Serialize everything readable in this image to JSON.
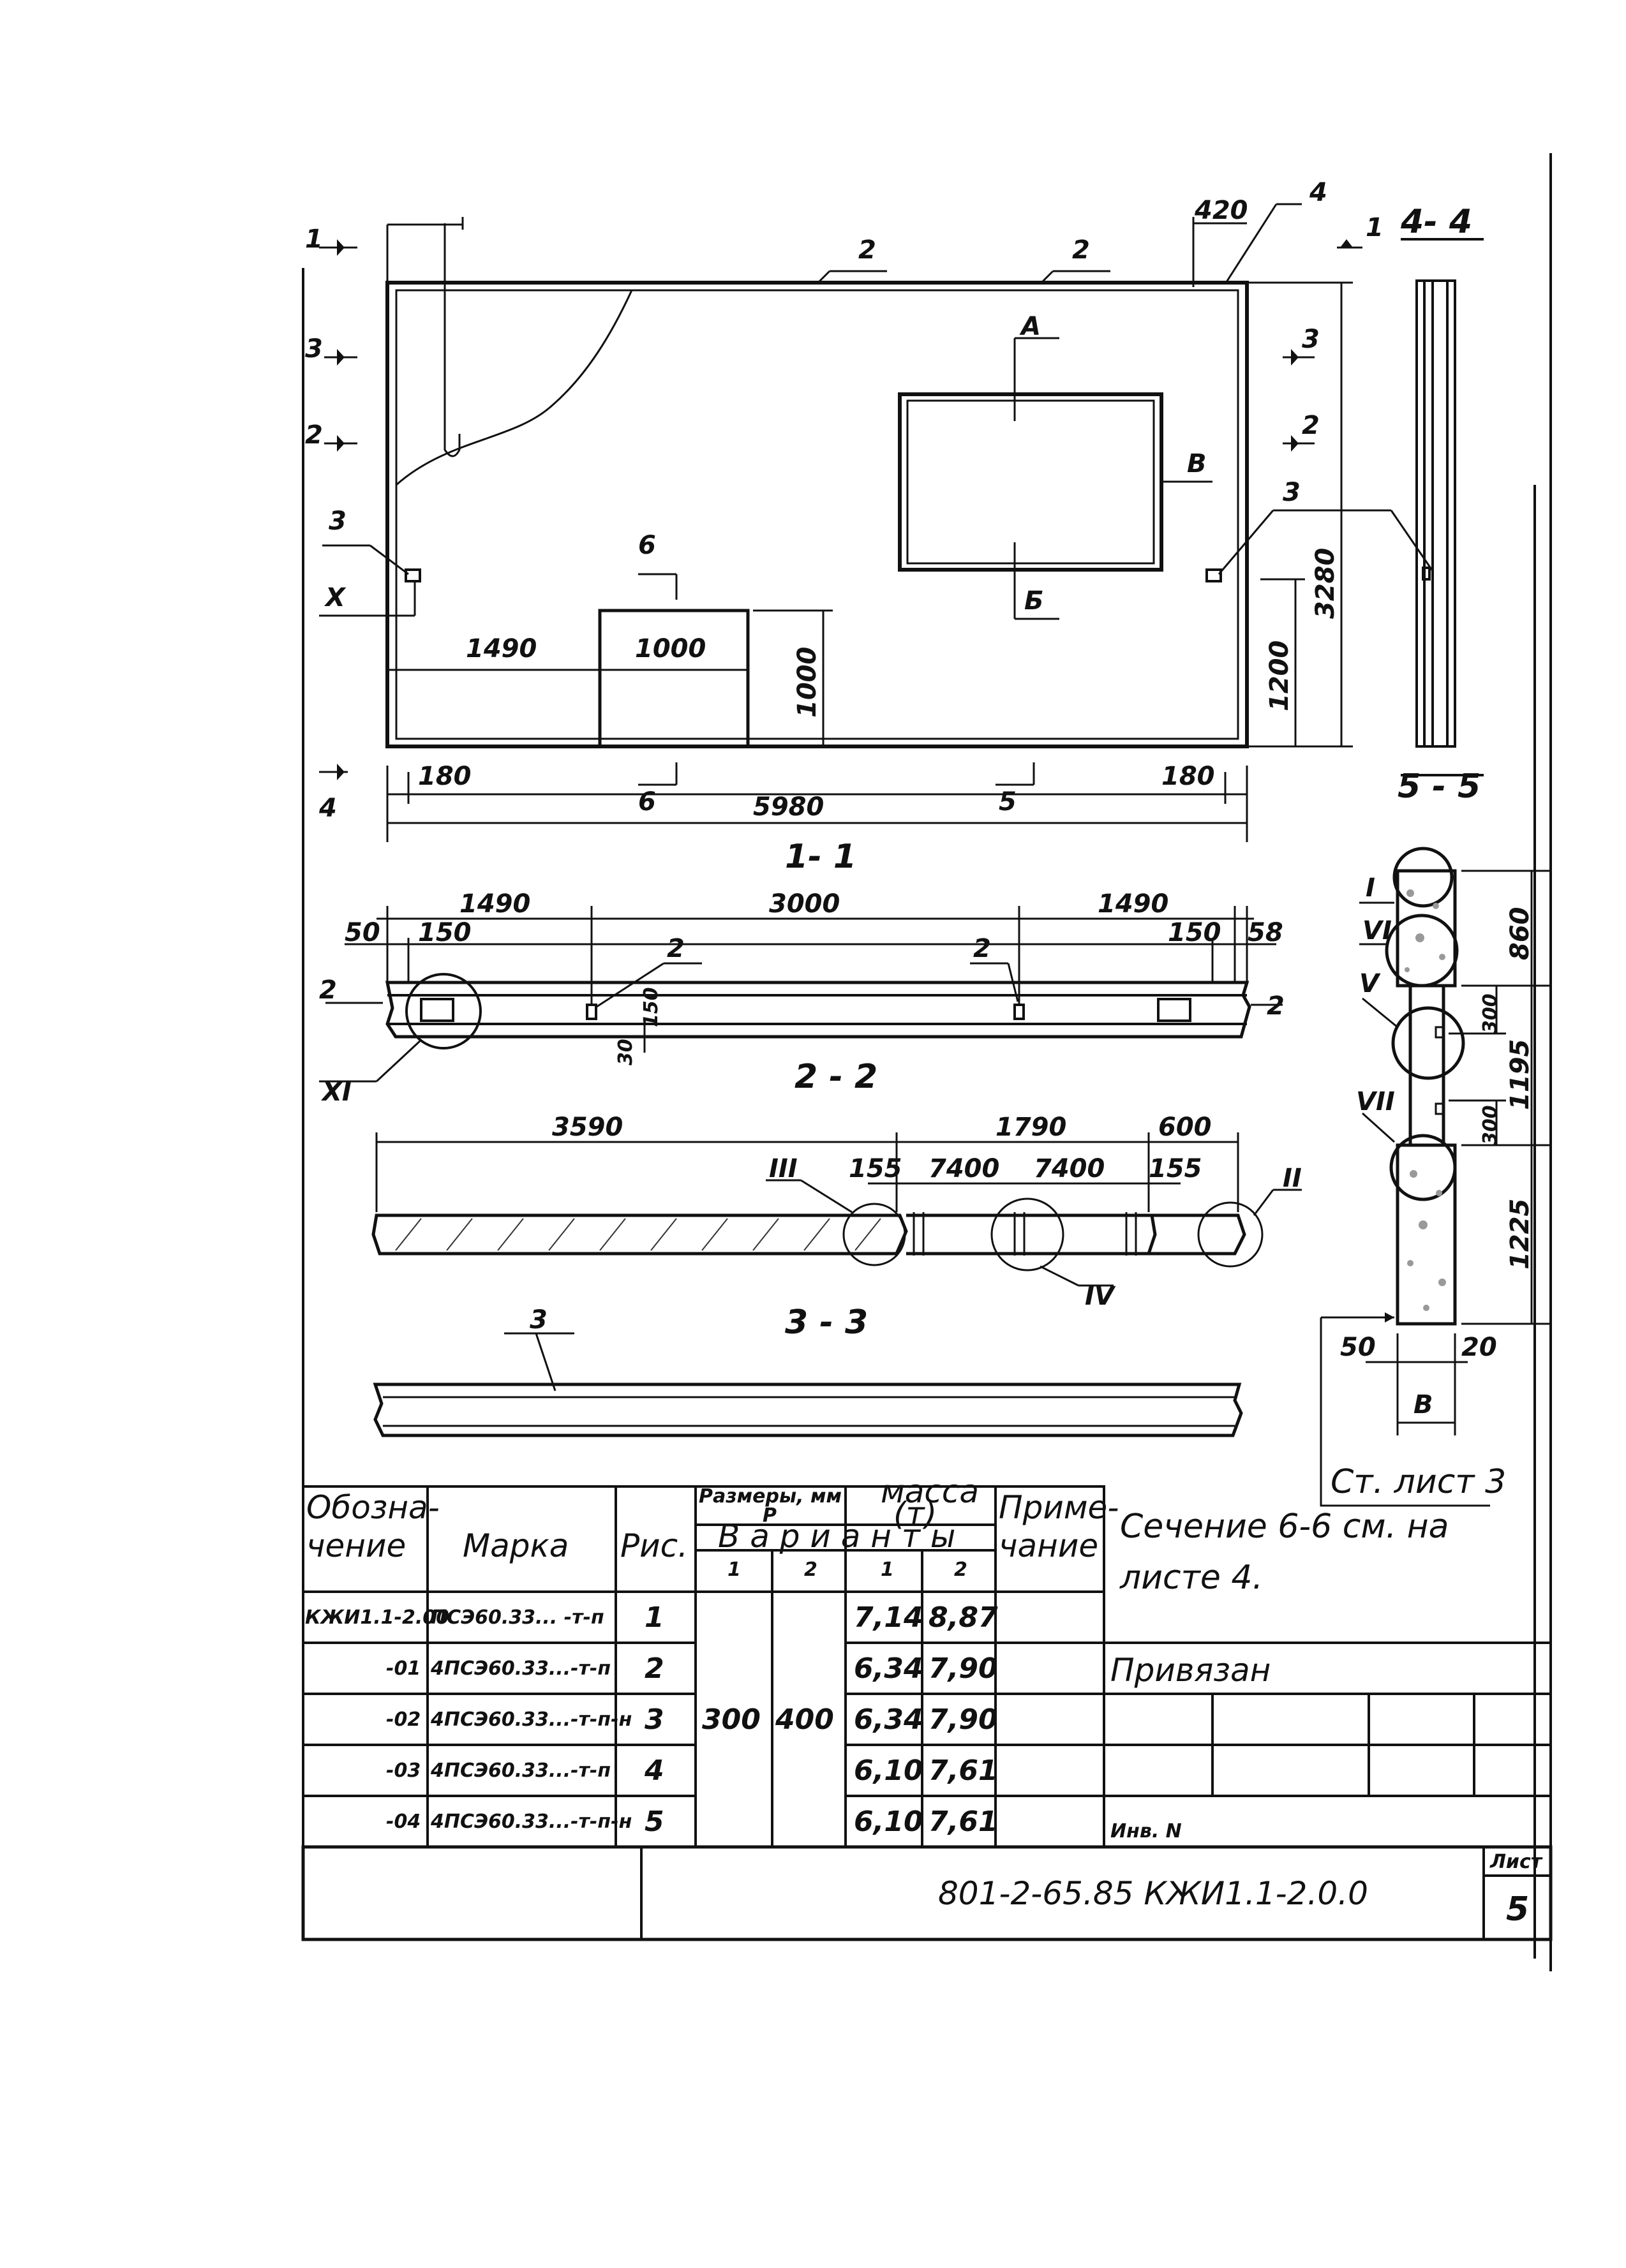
{
  "drawing": {
    "views": {
      "view_1_1": {
        "title": "1- 1",
        "labels": {
          "part_2_left": "2",
          "part_2_right": "2",
          "part_4": "4",
          "part_3_left": "3",
          "part_3_right": "3",
          "point_a": "А",
          "point_b": "Б",
          "point_v": "В",
          "node_x": "X",
          "cut_1_left": "1",
          "cut_1_right": "1",
          "cut_3_left": "3",
          "cut_3_right": "3",
          "cut_2_left": "2",
          "cut_2_right": "2",
          "cut_4": "4",
          "cut_6_top": "6",
          "cut_6_bottom": "6",
          "cut_5": "5"
        },
        "dims": {
          "d420": "420",
          "d1490": "1490",
          "d1000_w": "1000",
          "d1000_h": "1000",
          "d1200": "1200",
          "d3280": "3280",
          "d180_left": "180",
          "d180_right": "180",
          "d5980": "5980"
        }
      },
      "view_2_2": {
        "title": "2 - 2",
        "labels": {
          "p2a": "2",
          "p2b": "2",
          "p2c": "2",
          "p2d": "2",
          "node_xi": "XI"
        },
        "dims": {
          "d1490_l": "1490",
          "d3000": "3000",
          "d1490_r": "1490",
          "d50": "50",
          "d150_l": "150",
          "d150_r": "150",
          "d58": "58",
          "d150_v": "150",
          "d30": "30"
        }
      },
      "view_3_3": {
        "title": "3 - 3",
        "labels": {
          "node_iii": "III",
          "node_ii": "II",
          "node_iv": "IV",
          "part_3": "3"
        },
        "dims": {
          "d3590": "3590",
          "d1790": "1790",
          "d600": "600",
          "d155_l": "155",
          "d7400_l": "7400",
          "d7400_r": "7400",
          "d155_r": "155"
        }
      },
      "view_4_4": {
        "title": "4- 4"
      },
      "view_5_5": {
        "title": "5 - 5",
        "labels": {
          "node_i": "I",
          "node_vi": "VI",
          "node_v": "V",
          "node_vii": "VII"
        },
        "dims": {
          "d860": "860",
          "d300_a": "300",
          "d1195": "1195",
          "d300_b": "300",
          "d1225": "1225",
          "d50": "50",
          "d20": "20",
          "d_b": "В"
        },
        "ref": "Ст. лист 3"
      }
    },
    "note": {
      "line1": "Сечение 6-6 см. на",
      "line2": "листе 4."
    }
  },
  "spec_table": {
    "headers": {
      "designation": "Обозна-\nчение",
      "mark": "Марка",
      "fig": "Рис.",
      "dims": "Размеры, мм",
      "dim_p": "P",
      "mass": "масса",
      "mass_unit": "(т)",
      "variants": "В а р и а н т ы",
      "remark": "Приме-\nчание",
      "v1a": "1",
      "v2a": "2",
      "v1b": "1",
      "v2b": "2"
    },
    "rows": [
      {
        "designation": "КЖИ1.1-2.00",
        "mark": "ПСЭ60.33... -т-п",
        "fig": "1",
        "m1": "7,14",
        "m2": "8,87"
      },
      {
        "designation": "-01",
        "mark": "4ПСЭ60.33...-т-п",
        "fig": "2",
        "m1": "6,34",
        "m2": "7,90"
      },
      {
        "designation": "-02",
        "mark": "4ПСЭ60.33...-т-п-н",
        "fig": "3",
        "m1": "6,34",
        "m2": "7,90"
      },
      {
        "designation": "-03",
        "mark": "4ПСЭ60.33...-т-п",
        "fig": "4",
        "m1": "6,10",
        "m2": "7,61"
      },
      {
        "designation": "-04",
        "mark": "4ПСЭ60.33...-т-п-н",
        "fig": "5",
        "m1": "6,10",
        "m2": "7,61"
      }
    ],
    "p_values": {
      "v1": "300",
      "v2": "400"
    }
  },
  "title_block": {
    "linked": "Привязан",
    "inv_no": "Инв. N",
    "code": "801-2-65.85 КЖИ1.1-2.0.0",
    "sheet_label": "Лист",
    "sheet_no": "5"
  }
}
